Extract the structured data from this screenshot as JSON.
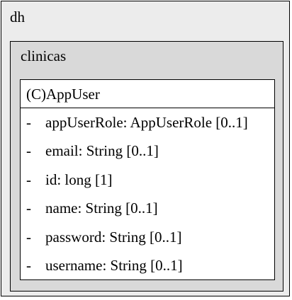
{
  "packages": {
    "outer_name": "dh",
    "inner_name": "clinicas"
  },
  "class": {
    "name": "(C)AppUser",
    "attributes": [
      {
        "visibility": "-",
        "text": "appUserRole: AppUserRole [0..1]"
      },
      {
        "visibility": "-",
        "text": "email: String [0..1]"
      },
      {
        "visibility": "-",
        "text": "id: long [1]"
      },
      {
        "visibility": "-",
        "text": "name: String [0..1]"
      },
      {
        "visibility": "-",
        "text": "password: String [0..1]"
      },
      {
        "visibility": "-",
        "text": "username: String [0..1]"
      }
    ]
  },
  "colors": {
    "outer_package_fill": "#ececec",
    "inner_package_fill": "#d9d9d9",
    "class_fill": "#ffffff",
    "stroke": "#000000"
  }
}
